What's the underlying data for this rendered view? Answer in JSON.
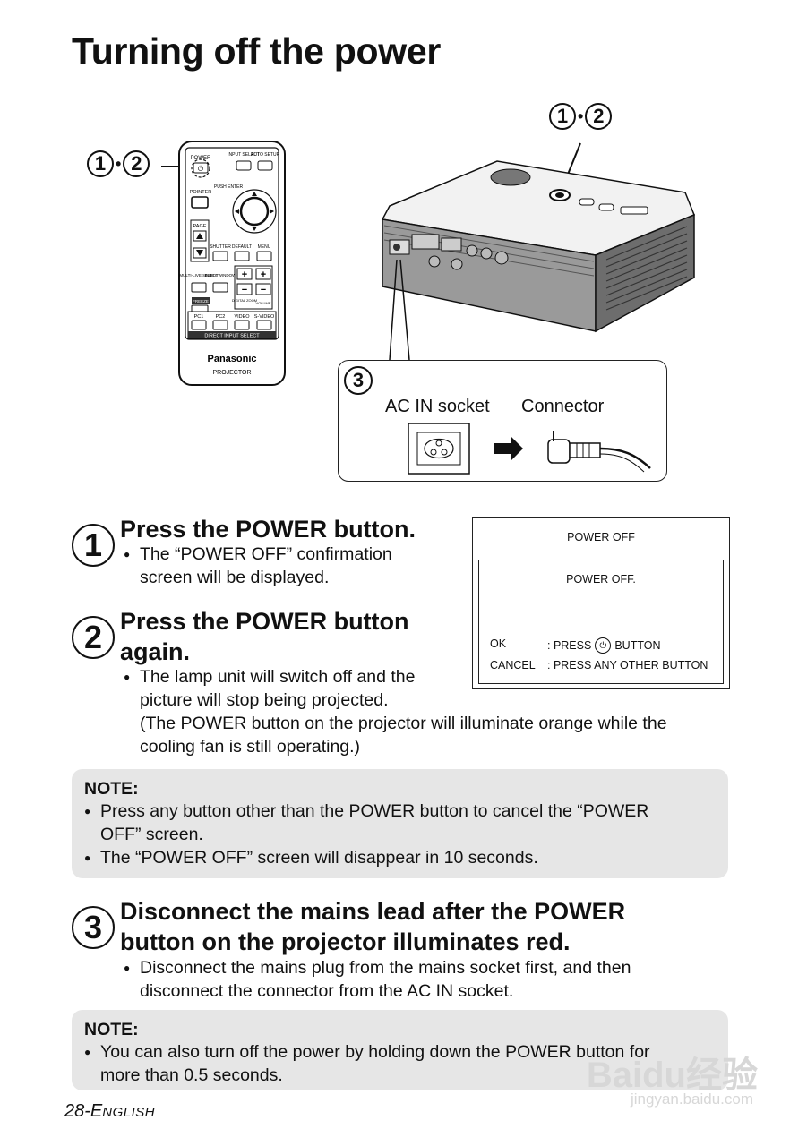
{
  "page": {
    "title": "Turning off the power",
    "footer_num": "28-",
    "footer_lang_first": "E",
    "footer_lang_rest": "NGLISH"
  },
  "figure": {
    "callout_left_a": "1",
    "callout_left_b": "2",
    "callout_right_a": "1",
    "callout_right_b": "2",
    "callout_sep": "•",
    "inset_num": "3",
    "ac_in_label": "AC IN socket",
    "connector_label": "Connector",
    "remote": {
      "power": "POWER",
      "input_select": "INPUT\nSELECT",
      "auto_setup": "AUTO\nSETUP",
      "pointer": "POINTER",
      "push_enter": "PUSH\nENTER",
      "page": "PAGE",
      "shutter": "SHUTTER",
      "default": "DEFAULT",
      "menu": "MENU",
      "multi_live": "MULTI-LIVE\nSELECT",
      "index_window": "INDEX\nWINDOW",
      "freeze": "FREEZE",
      "digital_zoom": "DIGITAL\nZOOM",
      "volume": "VOLUME",
      "pc1": "PC1",
      "pc2": "PC2",
      "video": "VIDEO",
      "svideo": "S-VIDEO",
      "direct_input": "DIRECT INPUT SELECT",
      "brand": "Panasonic",
      "model": "PROJECTOR",
      "plus": "+",
      "minus": "−"
    }
  },
  "steps": [
    {
      "num": "1",
      "heading": "Press the POWER button.",
      "bullets": [
        "The “POWER OFF” confirmation",
        "screen will be displayed."
      ]
    },
    {
      "num": "2",
      "heading_line1": "Press the POWER button",
      "heading_line2": "again.",
      "bullet_line1": "The lamp unit will switch off and the",
      "bullet_line2": "picture will stop being projected.",
      "bullet_line3": "(The POWER button on the projector will illuminate orange while the",
      "bullet_line4": "cooling fan is still operating.)"
    },
    {
      "num": "3",
      "heading_line1": "Disconnect the mains lead after the POWER",
      "heading_line2": "button on the projector illuminates red.",
      "bullet_line1": "Disconnect the mains plug from the mains socket first, and then",
      "bullet_line2": "disconnect the connector from the AC IN socket."
    }
  ],
  "osd": {
    "header": "POWER OFF",
    "message": "POWER OFF.",
    "ok_label": "OK",
    "ok_value_pre": ": PRESS",
    "ok_value_post": "BUTTON",
    "cancel_label": "CANCEL",
    "cancel_value": ": PRESS ANY OTHER BUTTON"
  },
  "notes": [
    {
      "title": "NOTE:",
      "b1_line1": "Press any button other than the POWER button to cancel the “POWER",
      "b1_line2": "OFF” screen.",
      "b2_line1": "The “POWER OFF” screen will disappear in 10 seconds."
    },
    {
      "title": "NOTE:",
      "b1_line1": "You can also turn off the power by holding down the POWER button for",
      "b1_line2": "more than 0.5 seconds."
    }
  ],
  "watermark": {
    "brand": "Baidu经验",
    "url": "jingyan.baidu.com"
  },
  "bullet_glyph": "●"
}
